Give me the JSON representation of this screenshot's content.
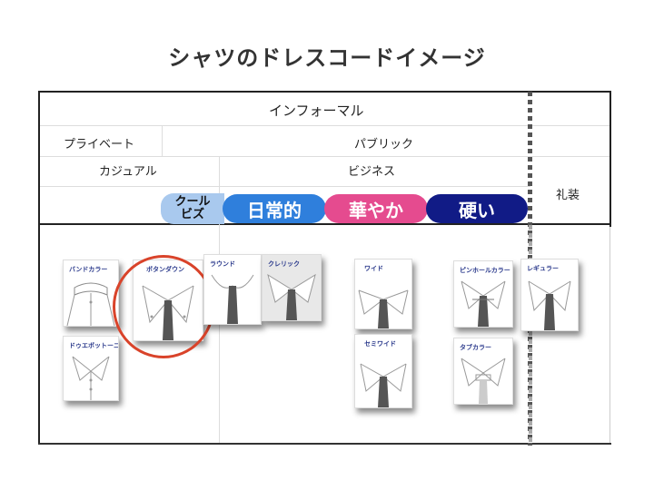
{
  "title": "シャツのドレスコードイメージ",
  "rows": {
    "informal": "インフォーマル",
    "private": "プライベート",
    "public": "パブリック",
    "casual": "カジュアル",
    "business": "ビジネス",
    "formal": "礼装"
  },
  "levels": {
    "cool_biz": "クール\nビズ",
    "daily": "日常的",
    "gorgeous": "華やか",
    "stiff": "硬い"
  },
  "level_colors": {
    "cool_biz": "#a9c9ee",
    "daily": "#2f7fdc",
    "gorgeous": "#e54b8f",
    "stiff": "#111b86"
  },
  "collars": {
    "band": "バンドカラー",
    "due_bottoni": "ドゥエボットーニ",
    "button_down": "ボタンダウン",
    "round": "ラウンド",
    "cleric": "クレリック",
    "wide": "ワイド",
    "semi_wide": "セミワイド",
    "pinhole": "ピンホールカラー",
    "tab": "タブカラー",
    "regular": "レギュラー"
  },
  "highlight_color": "#d9432a"
}
